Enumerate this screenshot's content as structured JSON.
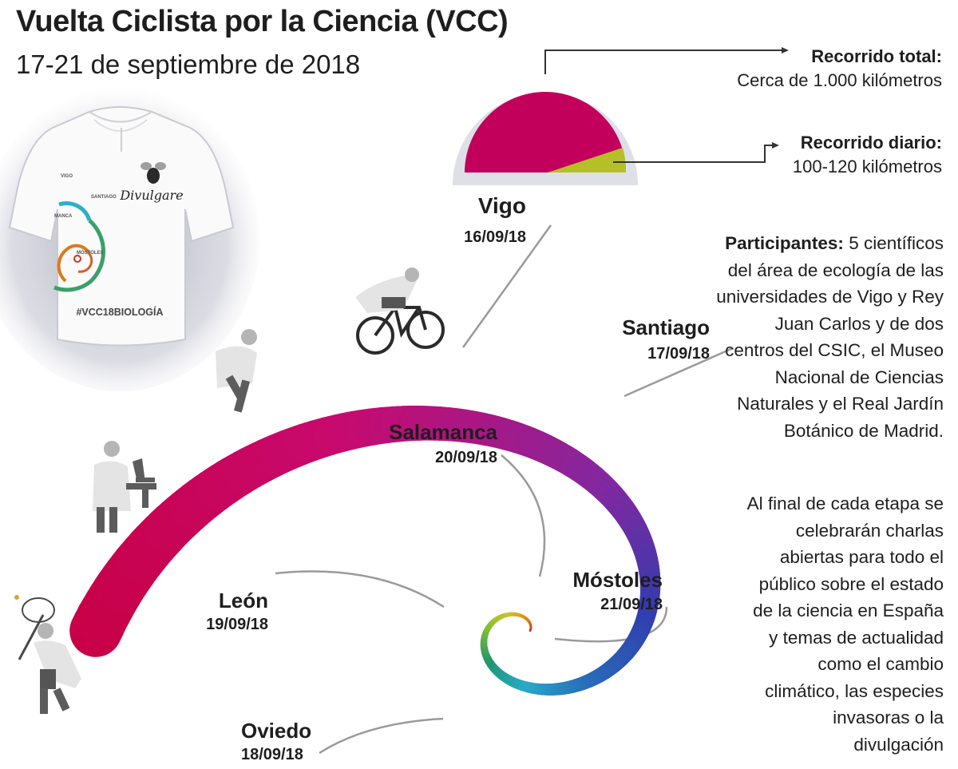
{
  "title": "Vuelta Ciclista por la Ciencia (VCC)",
  "subtitle": "17-21 de septiembre de 2018",
  "stages": [
    {
      "city": "Vigo",
      "date": "16/09/18"
    },
    {
      "city": "Santiago",
      "date": "17/09/18"
    },
    {
      "city": "Oviedo",
      "date": "18/09/18"
    },
    {
      "city": "León",
      "date": "19/09/18"
    },
    {
      "city": "Salamanca",
      "date": "20/09/18"
    },
    {
      "city": "Móstoles",
      "date": "21/09/18"
    }
  ],
  "distance": {
    "total_label": "Recorrido total:",
    "total_value": "Cerca de 1.000 kilómetros",
    "daily_label": "Recorrido diario:",
    "daily_value": "100-120 kilómetros",
    "total_color": "#c2005c",
    "daily_color": "#b5bf28"
  },
  "participants": {
    "label": "Participantes:",
    "text": "5 científicos del área de ecología de las universidades de Vigo y Rey Juan Carlos y de dos centros del CSIC, el Museo Nacional de Ciencias Naturales y el Real Jardín Botánico de Madrid."
  },
  "talks": "Al final de cada etapa se celebrarán charlas abiertas para todo el público sobre el estado de la ciencia en España y temas de actualidad como el cambio climático, las especies invasoras o la divulgación",
  "jersey": {
    "brand": "Divulgare",
    "hashtag": "#VCC18BIOLOGÍA",
    "cities": [
      "VIGO",
      "SANTIAGO",
      "MÓSTOLES",
      "MANCA"
    ]
  },
  "icons": [
    "butterfly-net-scientist-icon",
    "microscope-scientist-icon",
    "walking-scientist-icon",
    "cyclist-icon",
    "jersey-icon",
    "bee-logo-icon"
  ]
}
